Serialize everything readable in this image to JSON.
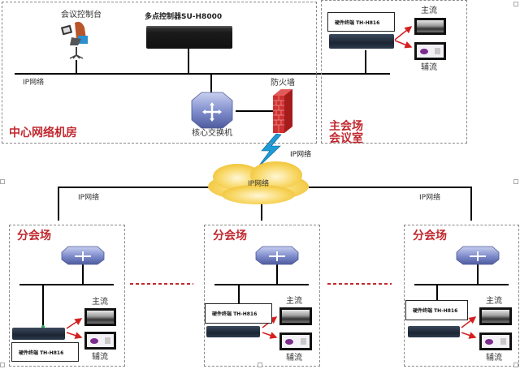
{
  "diagram": {
    "type": "video-conference network topology",
    "zones": {
      "center": {
        "title": "中心网络机房"
      },
      "main_venue": {
        "title_line1": "主会场",
        "title_line2": "会议室"
      },
      "branches": [
        {
          "title": "分会场"
        },
        {
          "title": "分会场"
        },
        {
          "title": "分会场"
        }
      ]
    },
    "nodes": {
      "console": "会议控制台",
      "mcu": "多点控制器SU-H8000",
      "core_switch": "核心交换机",
      "firewall": "防火墙",
      "cloud": "IP网络",
      "terminal": "硬件终端 TH-H816"
    },
    "network_labels": {
      "center_lan": "IP网络",
      "wan_link": "IP网络",
      "left_branch_link": "IP网络",
      "right_branch_link": "IP网络"
    },
    "streams": {
      "main": "主流",
      "aux": "辅流"
    },
    "colors": {
      "zone_title": "#c0282e",
      "arrow": "#d42020",
      "ellipsis": "#c0282e",
      "switch": "#6f7fbf",
      "firewall": "#c62828",
      "cloud": "#f7d24a",
      "lightning": "#1e9bd7"
    }
  }
}
